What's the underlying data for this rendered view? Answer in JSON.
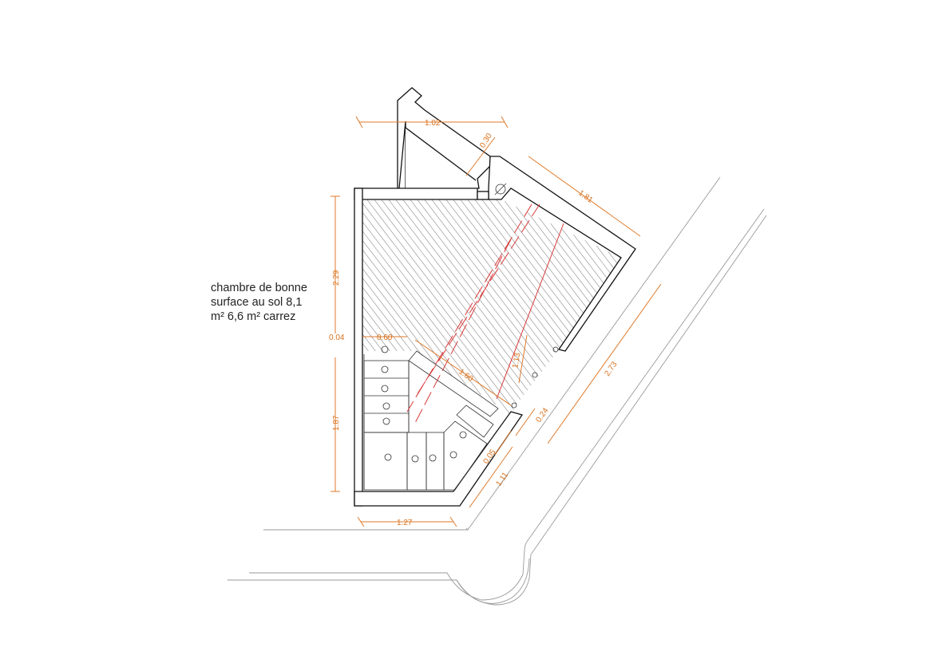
{
  "room": {
    "label_lines": [
      "chambre de bonne",
      "surface au sol 8,1",
      "m² 6,6 m² carrez"
    ]
  },
  "dimensions": {
    "top_width": "1.02",
    "chimney": "0.30",
    "north_wall": "1.81",
    "west_upper": "2.29",
    "wall_gap": "0.04",
    "cabinet_depth": "0.60",
    "diagonal": "1.60",
    "slope": "1.13",
    "west_lower": "1.87",
    "east_long": "2.73",
    "east_offset": "0.24",
    "east_small": "0.05",
    "east_short": "1.11",
    "bottom_width": "1.27"
  },
  "colors": {
    "dimension": "#e07a2a",
    "wall": "#111111",
    "hatch": "#8a8a8a",
    "slope_line": "#d83a3a",
    "street": "#9a9a9a"
  }
}
